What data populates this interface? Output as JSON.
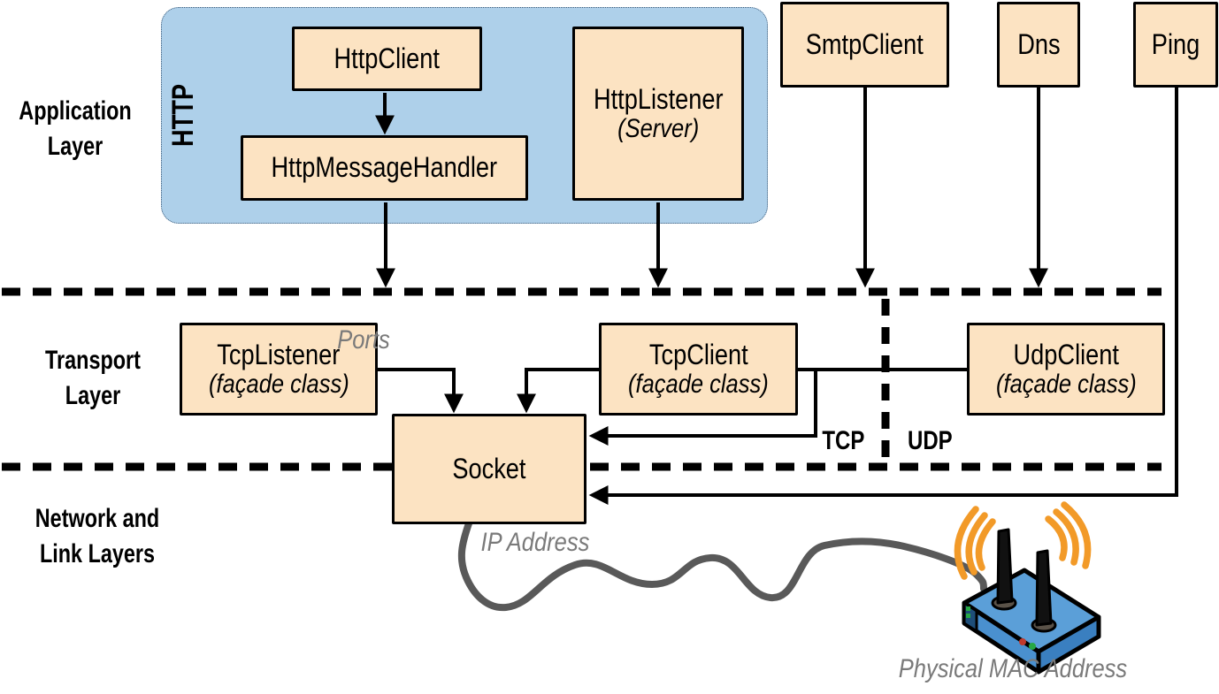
{
  "layer_labels": {
    "application": "Application\nLayer",
    "transport": "Transport\nLayer",
    "network": "Network and\nLink Layers"
  },
  "http_group": {
    "label": "HTTP"
  },
  "boxes": {
    "http_client": {
      "title": "HttpClient"
    },
    "http_message_handler": {
      "title": "HttpMessageHandler"
    },
    "http_listener": {
      "title": "HttpListener",
      "subtitle": "(Server)"
    },
    "smtp_client": {
      "title": "SmtpClient"
    },
    "dns": {
      "title": "Dns"
    },
    "ping": {
      "title": "Ping"
    },
    "tcp_listener": {
      "title": "TcpListener",
      "subtitle": "(façade class)"
    },
    "tcp_client": {
      "title": "TcpClient",
      "subtitle": "(façade class)"
    },
    "udp_client": {
      "title": "UdpClient",
      "subtitle": "(façade class)"
    },
    "socket": {
      "title": "Socket"
    }
  },
  "annotations": {
    "ports": "Ports",
    "tcp": "TCP",
    "udp": "UDP",
    "ip_address": "IP Address",
    "physical_mac": "Physical MAC Address"
  },
  "colors": {
    "box_fill": "#fce3c2",
    "box_border": "#000000",
    "group_fill": "#aed0ea",
    "group_border": "#3d5a78",
    "gray": "#7a7a7a",
    "cable": "#595959",
    "orange": "#f29a28",
    "line_black": "#000000",
    "router_top": "#5b9fd8",
    "router_front": "#4a90cf",
    "router_side": "#3a7fc0",
    "router_end": "#1e4e79",
    "led_red": "#c0392b",
    "led_green": "#27a844"
  }
}
